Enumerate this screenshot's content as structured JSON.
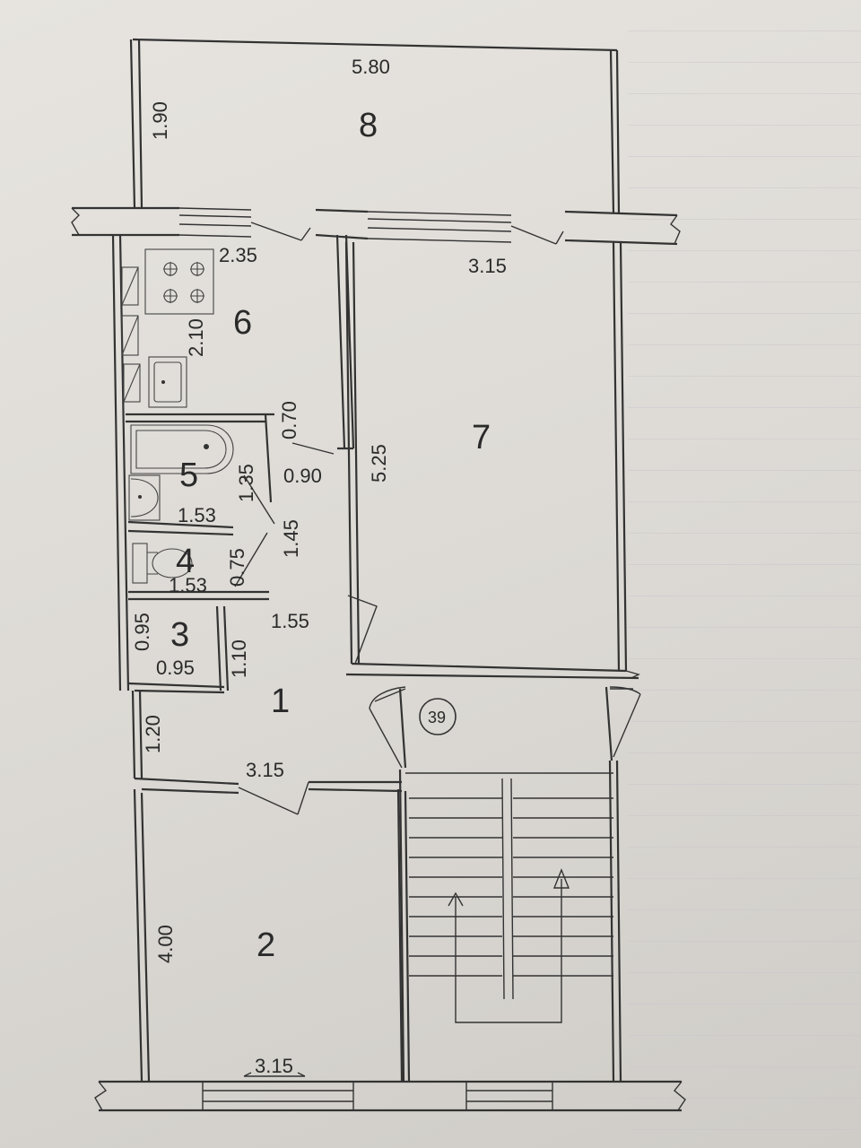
{
  "rooms": {
    "r1": "1",
    "r2": "2",
    "r3": "3",
    "r4": "4",
    "r5": "5",
    "r6": "6",
    "r7": "7",
    "r8": "8"
  },
  "apartment_number": "39",
  "dimensions": {
    "d_580": "5.80",
    "d_190": "1.90",
    "d_235": "2.35",
    "d_315_top": "3.15",
    "d_210": "2.10",
    "d_070": "0.70",
    "d_525": "5.25",
    "d_090": "0.90",
    "d_135": "1.35",
    "d_153_a": "1.53",
    "d_145": "1.45",
    "d_075": "0.75",
    "d_153_b": "1.53",
    "d_155": "1.55",
    "d_095_v": "0.95",
    "d_095_h": "0.95",
    "d_110": "1.10",
    "d_120": "1.20",
    "d_315_mid": "3.15",
    "d_400": "4.00",
    "d_315_bot": "3.15"
  },
  "colors": {
    "paper": "#e3e0db",
    "line": "#333333"
  }
}
